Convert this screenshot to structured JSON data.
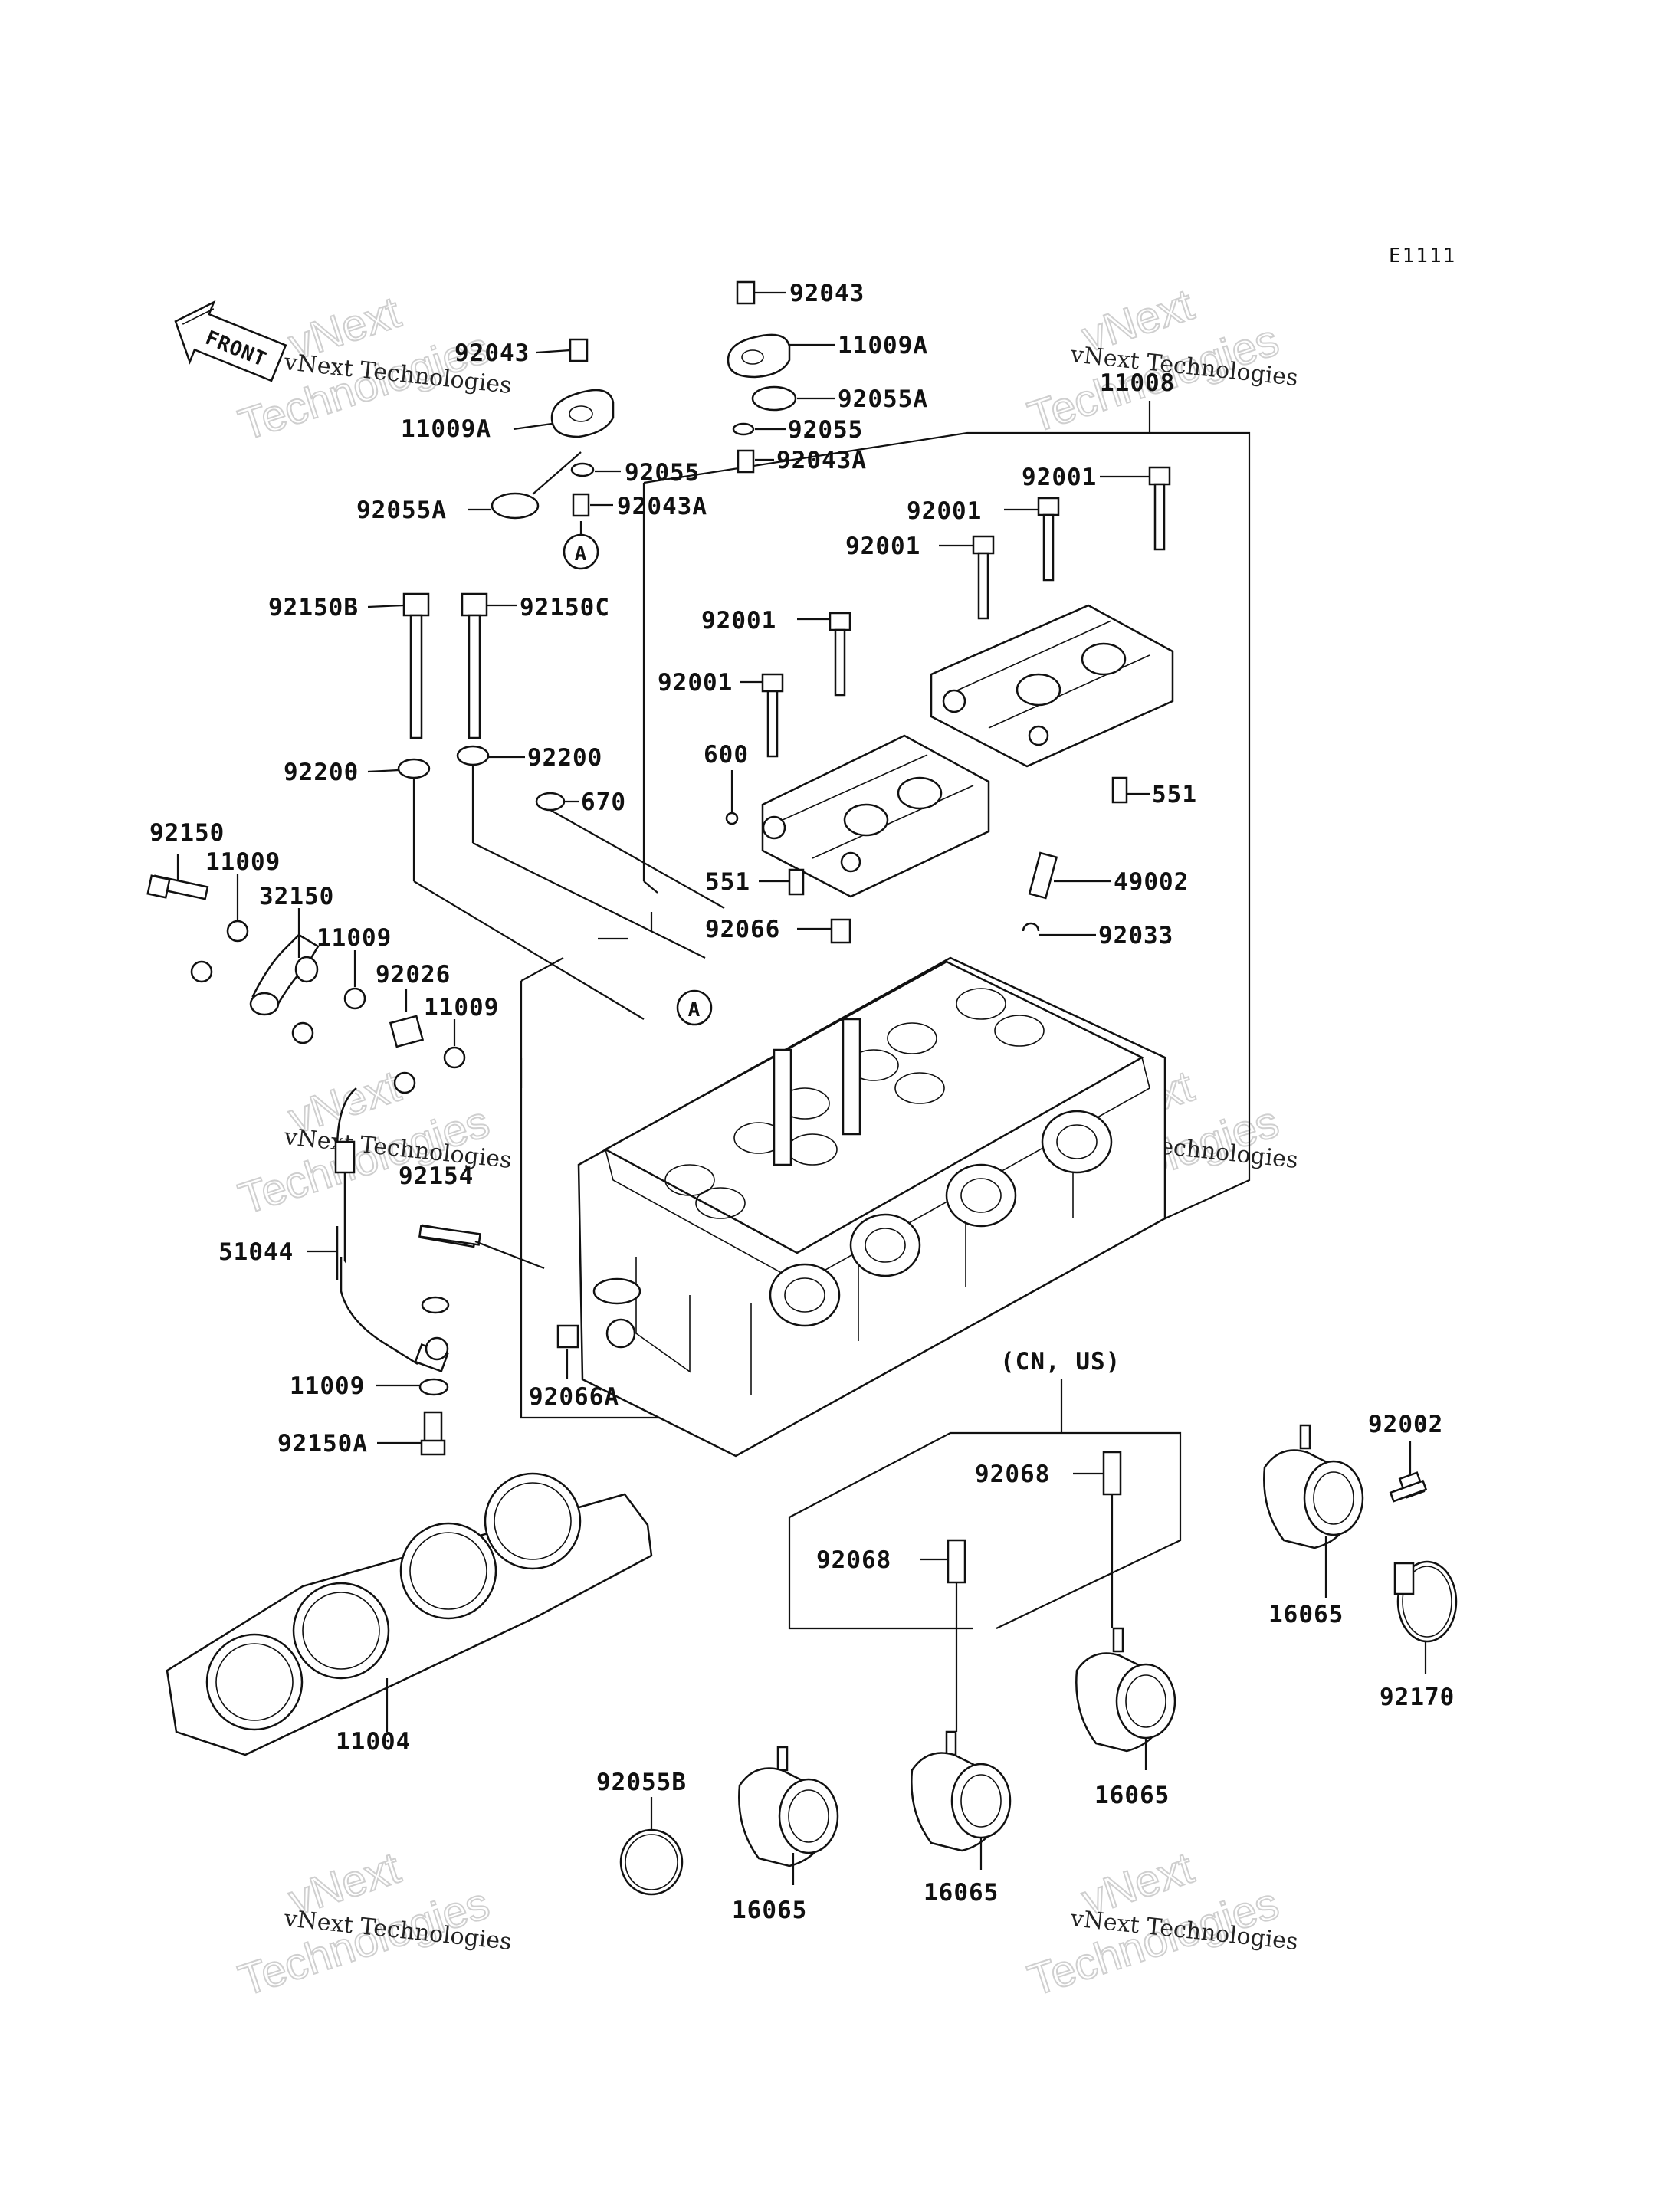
{
  "diagram_code": "E1111",
  "front_label": "FRONT",
  "region_note": "(CN, US)",
  "callout": "A",
  "watermark": {
    "line1": "vNext Technologies",
    "line2": "Technologies",
    "line3": "vNext"
  },
  "labels": [
    {
      "id": "p92043-l",
      "text": "92043"
    },
    {
      "id": "p11009A-l",
      "text": "11009A"
    },
    {
      "id": "p92055-l",
      "text": "92055"
    },
    {
      "id": "p92055A-l",
      "text": "92055A"
    },
    {
      "id": "p92043A-l",
      "text": "92043A"
    },
    {
      "id": "p92043-r",
      "text": "92043"
    },
    {
      "id": "p11009A-r",
      "text": "11009A"
    },
    {
      "id": "p92055A-r",
      "text": "92055A"
    },
    {
      "id": "p92055-r",
      "text": "92055"
    },
    {
      "id": "p92043A-r",
      "text": "92043A"
    },
    {
      "id": "p11008",
      "text": "11008"
    },
    {
      "id": "p92001-a",
      "text": "92001"
    },
    {
      "id": "p92001-b",
      "text": "92001"
    },
    {
      "id": "p92001-c",
      "text": "92001"
    },
    {
      "id": "p92001-d",
      "text": "92001"
    },
    {
      "id": "p92001-e",
      "text": "92001"
    },
    {
      "id": "p92150B",
      "text": "92150B"
    },
    {
      "id": "p92150C",
      "text": "92150C"
    },
    {
      "id": "p92200-l",
      "text": "92200"
    },
    {
      "id": "p92200-r",
      "text": "92200"
    },
    {
      "id": "p670",
      "text": "670"
    },
    {
      "id": "p600",
      "text": "600"
    },
    {
      "id": "p551-r",
      "text": "551"
    },
    {
      "id": "p551-l",
      "text": "551"
    },
    {
      "id": "p49002",
      "text": "49002"
    },
    {
      "id": "p92066",
      "text": "92066"
    },
    {
      "id": "p92033",
      "text": "92033"
    },
    {
      "id": "p92150",
      "text": "92150"
    },
    {
      "id": "p11009-a",
      "text": "11009"
    },
    {
      "id": "p32150",
      "text": "32150"
    },
    {
      "id": "p11009-b",
      "text": "11009"
    },
    {
      "id": "p92026",
      "text": "92026"
    },
    {
      "id": "p11009-c",
      "text": "11009"
    },
    {
      "id": "p92154",
      "text": "92154"
    },
    {
      "id": "p51044",
      "text": "51044"
    },
    {
      "id": "p11009-d",
      "text": "11009"
    },
    {
      "id": "p92150A",
      "text": "92150A"
    },
    {
      "id": "p92066A",
      "text": "92066A"
    },
    {
      "id": "p11004",
      "text": "11004"
    },
    {
      "id": "p92068-t",
      "text": "92068"
    },
    {
      "id": "p92068-b",
      "text": "92068"
    },
    {
      "id": "p92002",
      "text": "92002"
    },
    {
      "id": "p16065-r",
      "text": "16065"
    },
    {
      "id": "p92170",
      "text": "92170"
    },
    {
      "id": "p16065-m",
      "text": "16065"
    },
    {
      "id": "p16065-c",
      "text": "16065"
    },
    {
      "id": "p16065-l",
      "text": "16065"
    },
    {
      "id": "p92055B",
      "text": "92055B"
    }
  ]
}
